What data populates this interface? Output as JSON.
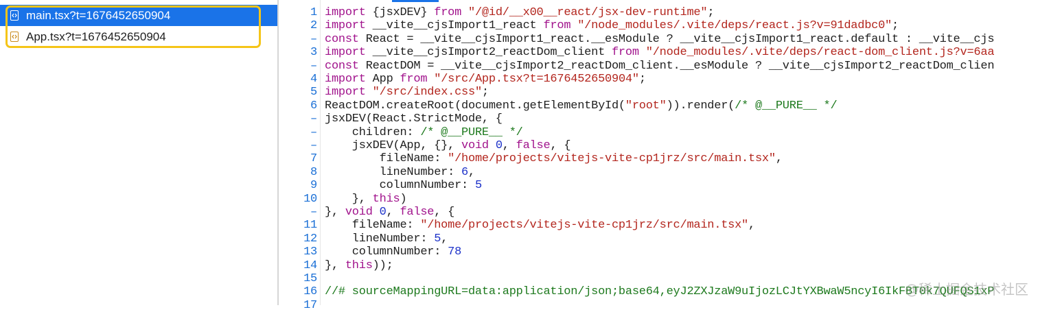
{
  "sidebar": {
    "files": [
      {
        "name": "main.tsx?t=1676452650904",
        "selected": true,
        "icon": "file-code-icon"
      },
      {
        "name": "App.tsx?t=1676452650904",
        "selected": false,
        "icon": "file-code-icon"
      }
    ]
  },
  "colors": {
    "selection": "#1a73e8",
    "highlight_border": "#f5c518",
    "keyword": "#a1138c",
    "string": "#b3261e",
    "number": "#1c31c9",
    "comment": "#1e7a1e",
    "line_number": "#1a6fd6"
  },
  "editor": {
    "lines": [
      {
        "n": "1",
        "tokens": [
          [
            "keyword",
            "import"
          ],
          [
            "plain",
            " {jsxDEV} "
          ],
          [
            "keyword",
            "from"
          ],
          [
            "plain",
            " "
          ],
          [
            "string",
            "\"/@id/__x00__react/jsx-dev-runtime\""
          ],
          [
            "plain",
            ";"
          ]
        ]
      },
      {
        "n": "2",
        "tokens": [
          [
            "keyword",
            "import"
          ],
          [
            "plain",
            " __vite__cjsImport1_react "
          ],
          [
            "keyword",
            "from"
          ],
          [
            "plain",
            " "
          ],
          [
            "string",
            "\"/node_modules/.vite/deps/react.js?v=91dadbc0\""
          ],
          [
            "plain",
            ";"
          ]
        ]
      },
      {
        "n": "–",
        "tokens": [
          [
            "keyword",
            "const"
          ],
          [
            "plain",
            " React = __vite__cjsImport1_react.__esModule ? __vite__cjsImport1_react.default : __vite__cjs"
          ]
        ]
      },
      {
        "n": "3",
        "tokens": [
          [
            "keyword",
            "import"
          ],
          [
            "plain",
            " __vite__cjsImport2_reactDom_client "
          ],
          [
            "keyword",
            "from"
          ],
          [
            "plain",
            " "
          ],
          [
            "string",
            "\"/node_modules/.vite/deps/react-dom_client.js?v=6aa"
          ]
        ]
      },
      {
        "n": "–",
        "tokens": [
          [
            "keyword",
            "const"
          ],
          [
            "plain",
            " ReactDOM = __vite__cjsImport2_reactDom_client.__esModule ? __vite__cjsImport2_reactDom_clien"
          ]
        ]
      },
      {
        "n": "4",
        "tokens": [
          [
            "keyword",
            "import"
          ],
          [
            "plain",
            " App "
          ],
          [
            "keyword",
            "from"
          ],
          [
            "plain",
            " "
          ],
          [
            "string",
            "\"/src/App.tsx?t=1676452650904\""
          ],
          [
            "plain",
            ";"
          ]
        ]
      },
      {
        "n": "5",
        "tokens": [
          [
            "keyword",
            "import"
          ],
          [
            "plain",
            " "
          ],
          [
            "string",
            "\"/src/index.css\""
          ],
          [
            "plain",
            ";"
          ]
        ]
      },
      {
        "n": "6",
        "tokens": [
          [
            "plain",
            "ReactDOM.createRoot(document.getElementById("
          ],
          [
            "string",
            "\"root\""
          ],
          [
            "plain",
            ")).render("
          ],
          [
            "comment",
            "/* @__PURE__ */"
          ]
        ]
      },
      {
        "n": "–",
        "tokens": [
          [
            "plain",
            "jsxDEV(React.StrictMode, {"
          ]
        ]
      },
      {
        "n": "–",
        "tokens": [
          [
            "plain",
            "    children: "
          ],
          [
            "comment",
            "/* @__PURE__ */"
          ]
        ]
      },
      {
        "n": "–",
        "tokens": [
          [
            "plain",
            "    jsxDEV(App, {}, "
          ],
          [
            "keyword",
            "void"
          ],
          [
            "plain",
            " "
          ],
          [
            "number",
            "0"
          ],
          [
            "plain",
            ", "
          ],
          [
            "keyword",
            "false"
          ],
          [
            "plain",
            ", {"
          ]
        ]
      },
      {
        "n": "7",
        "tokens": [
          [
            "plain",
            "        fileName: "
          ],
          [
            "string",
            "\"/home/projects/vitejs-vite-cp1jrz/src/main.tsx\""
          ],
          [
            "plain",
            ","
          ]
        ]
      },
      {
        "n": "8",
        "tokens": [
          [
            "plain",
            "        lineNumber: "
          ],
          [
            "number",
            "6"
          ],
          [
            "plain",
            ","
          ]
        ]
      },
      {
        "n": "9",
        "tokens": [
          [
            "plain",
            "        columnNumber: "
          ],
          [
            "number",
            "5"
          ]
        ]
      },
      {
        "n": "10",
        "tokens": [
          [
            "plain",
            "    }, "
          ],
          [
            "keyword",
            "this"
          ],
          [
            "plain",
            ")"
          ]
        ]
      },
      {
        "n": "–",
        "tokens": [
          [
            "plain",
            "}, "
          ],
          [
            "keyword",
            "void"
          ],
          [
            "plain",
            " "
          ],
          [
            "number",
            "0"
          ],
          [
            "plain",
            ", "
          ],
          [
            "keyword",
            "false"
          ],
          [
            "plain",
            ", {"
          ]
        ]
      },
      {
        "n": "11",
        "tokens": [
          [
            "plain",
            "    fileName: "
          ],
          [
            "string",
            "\"/home/projects/vitejs-vite-cp1jrz/src/main.tsx\""
          ],
          [
            "plain",
            ","
          ]
        ]
      },
      {
        "n": "12",
        "tokens": [
          [
            "plain",
            "    lineNumber: "
          ],
          [
            "number",
            "5"
          ],
          [
            "plain",
            ","
          ]
        ]
      },
      {
        "n": "13",
        "tokens": [
          [
            "plain",
            "    columnNumber: "
          ],
          [
            "number",
            "78"
          ]
        ]
      },
      {
        "n": "14",
        "tokens": [
          [
            "plain",
            "}, "
          ],
          [
            "keyword",
            "this"
          ],
          [
            "plain",
            "));"
          ]
        ]
      },
      {
        "n": "15",
        "tokens": []
      },
      {
        "n": "16",
        "tokens": [
          [
            "comment",
            "//# sourceMappingURL=data:application/json;base64,eyJ2ZXJzaW9uIjozLCJtYXBwaW5ncyI6IkFBT0k7QUFQS1xP"
          ]
        ]
      },
      {
        "n": "17",
        "tokens": []
      }
    ]
  },
  "watermark": "@稀土掘金技术社区"
}
